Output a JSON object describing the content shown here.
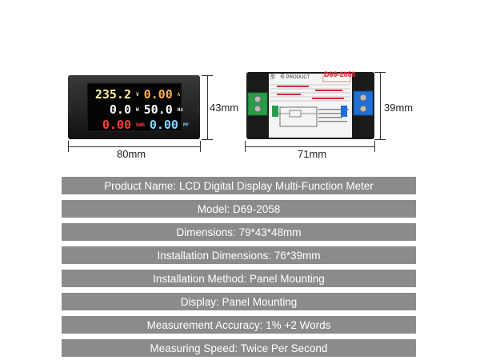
{
  "front_view": {
    "readings": {
      "voltage": "235.2",
      "voltage_unit": "V",
      "current": "0.00",
      "current_unit": "A",
      "power": "0.0",
      "power_unit": "W",
      "frequency": "50.0",
      "frequency_unit": "Hz",
      "energy": "0.00",
      "energy_unit": "kWh",
      "power_factor": "0.00",
      "power_factor_unit": "PF"
    },
    "width_label": "80mm",
    "height_label": "43mm"
  },
  "back_view": {
    "model_prefix": "型　号 PRODUCT",
    "model_code": "D69-2058",
    "width_label": "71mm",
    "height_label": "39mm"
  },
  "specs": [
    "Product Name: LCD Digital Display Multi-Function Meter",
    "Model: D69-2058",
    "Dimensions: 79*43*48mm",
    "Installation Dimensions: 76*39mm",
    "Installation Method: Panel Mounting",
    "Display: Panel Mounting",
    "Measurement Accuracy: 1% +2 Words",
    "Measuring Speed: Twice Per Second"
  ],
  "colors": {
    "voltage": "#fff59a",
    "current": "#ffb347",
    "power": "#ffffff",
    "frequency": "#ffffff",
    "energy": "#ff4040",
    "power_factor": "#7fd8ff",
    "bar_bg": "#8b8b8b",
    "terminal": "#1e6fd6",
    "terminal_green": "#2a9d4a"
  }
}
